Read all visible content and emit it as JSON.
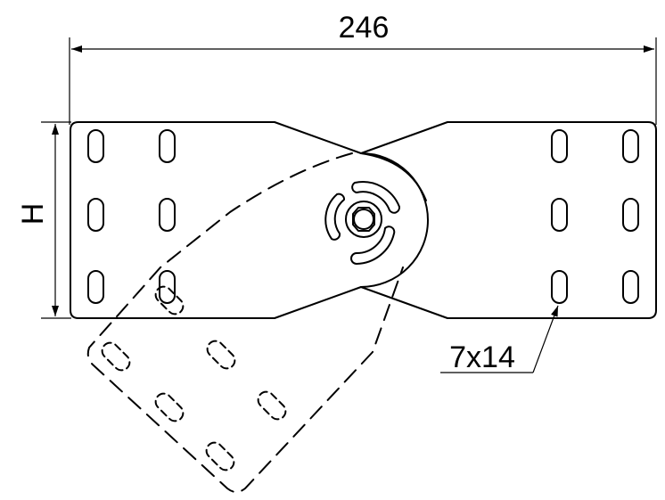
{
  "drawing": {
    "width_dimension": "246",
    "height_dimension": "H",
    "slot_dimension": "7x14"
  }
}
